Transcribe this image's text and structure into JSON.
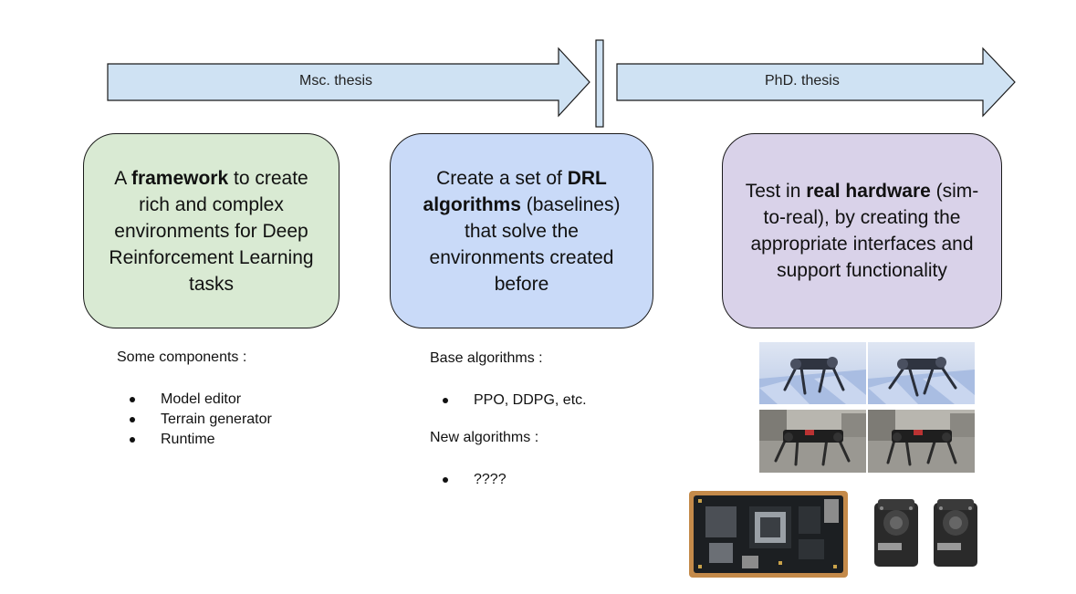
{
  "timeline": {
    "msc_label": "Msc. thesis",
    "phd_label": "PhD. thesis"
  },
  "boxes": {
    "framework": {
      "pre": "A ",
      "bold": "framework",
      "post": " to create rich and complex environments for Deep Reinforcement Learning tasks"
    },
    "algorithms": {
      "pre": "Create a set of ",
      "bold": "DRL algorithms",
      "post": " (baselines) that solve the environments created before"
    },
    "hardware": {
      "pre": "Test in ",
      "bold": "real hardware",
      "post": " (sim-to-real), by creating the appropriate interfaces and support functionality"
    }
  },
  "components": {
    "title": "Some components :",
    "items": [
      "Model editor",
      "Terrain generator",
      "Runtime"
    ]
  },
  "base_algorithms": {
    "title": "Base algorithms :",
    "items": [
      "PPO, DDPG, etc."
    ]
  },
  "new_algorithms": {
    "title": "New algorithms :",
    "items": [
      "????"
    ]
  },
  "colors": {
    "arrow_fill": "#cfe2f3",
    "box_green": "#d9ead3",
    "box_blue": "#c9daf8",
    "box_purple": "#d9d2e9"
  },
  "icons": {
    "sim_robot": "quadruped-robot-simulation",
    "real_robot": "quadruped-robot-photo",
    "board": "embedded-compute-board",
    "servo": "servo-motor"
  }
}
